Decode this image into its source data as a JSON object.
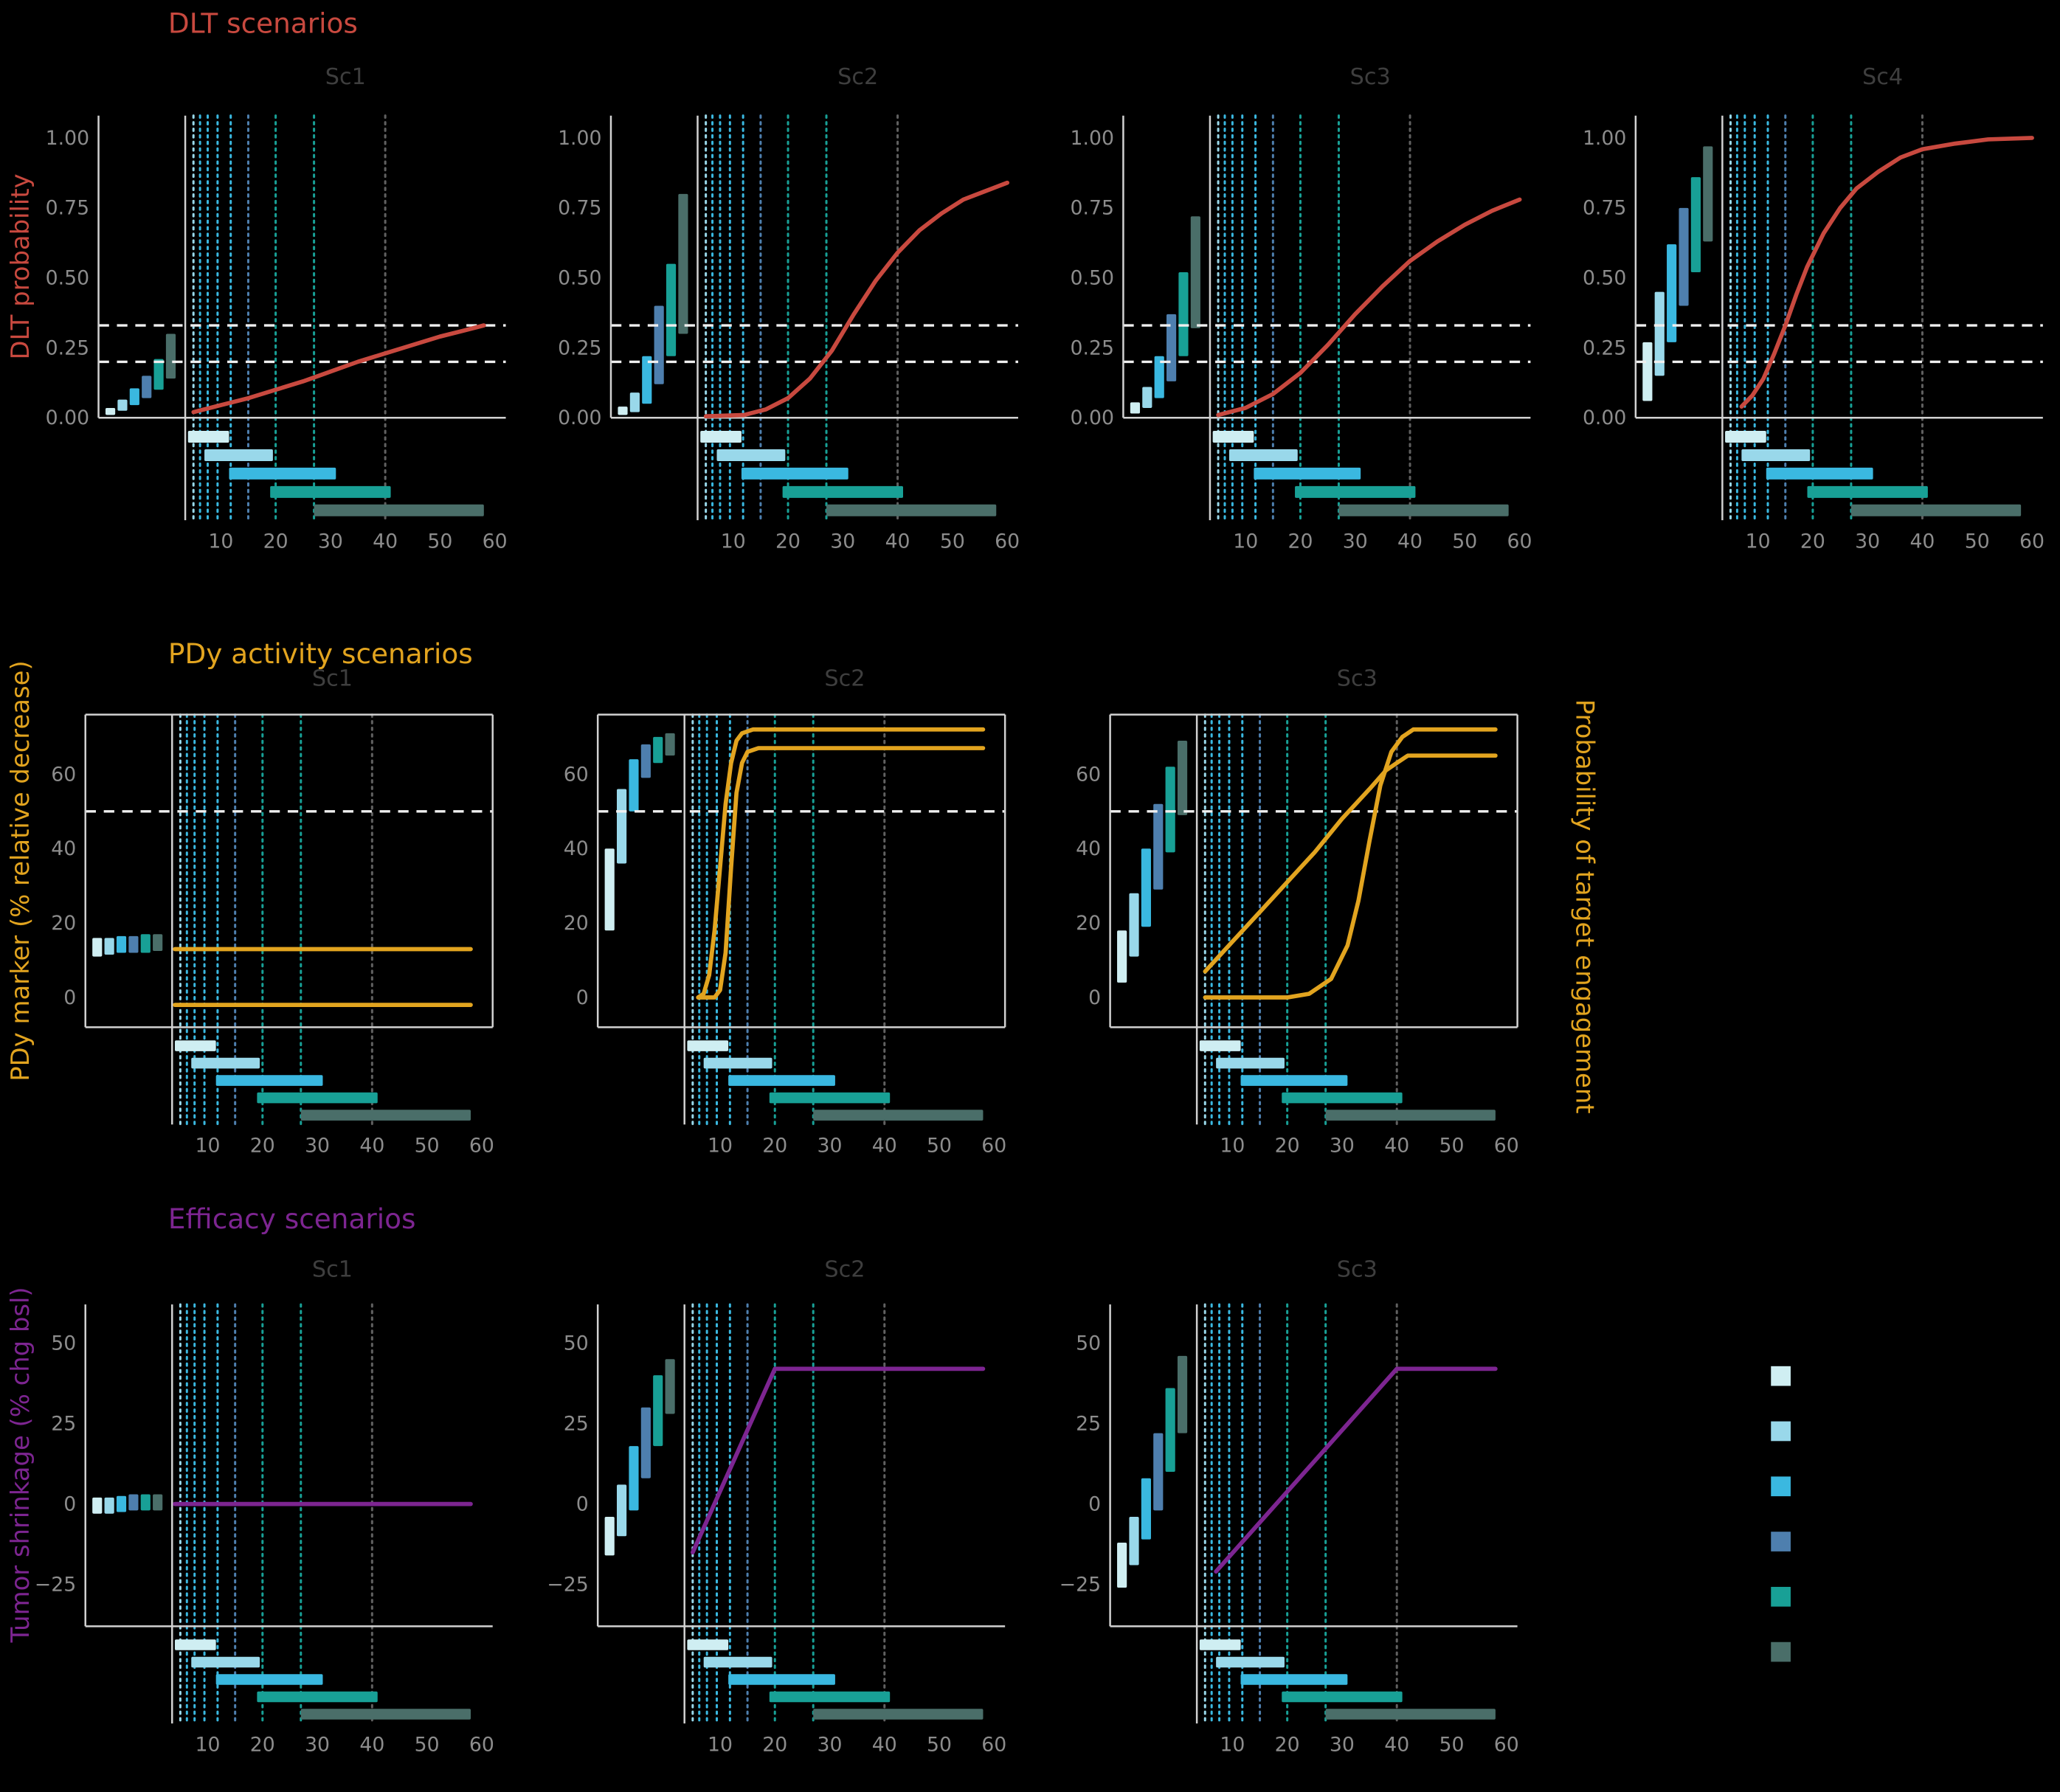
{
  "chart_data": {
    "type": "line",
    "description": "Dose-escalation simulation scenarios: DLT probability, PDy activity and efficacy versus dose, with per-dose interval bars, dotted dose-level lines and dose-range bars.",
    "x_ticks": [
      10,
      20,
      30,
      40,
      50,
      60
    ],
    "x_domain": [
      3.5,
      62
    ],
    "dose_colors": [
      "#cfeef2",
      "#99d8ea",
      "#3ab8e0",
      "#4e7fae",
      "#18a096",
      "#4a6e69"
    ],
    "axis_style": {
      "line": "#d2d2d2",
      "tick_text": "#8c8c8c",
      "panel_title": "#3e3e3e",
      "dashed": "#efefef"
    },
    "dose_lines": [
      {
        "x": 5,
        "color": "#99d8ea"
      },
      {
        "x": 6.2,
        "color": "#3ab8e0"
      },
      {
        "x": 7.6,
        "color": "#3ab8e0"
      },
      {
        "x": 9.4,
        "color": "#3ab8e0"
      },
      {
        "x": 11.8,
        "color": "#3ab8e0"
      },
      {
        "x": 15,
        "color": "#4e7fae"
      },
      {
        "x": 20,
        "color": "#18a096"
      },
      {
        "x": 27,
        "color": "#18a096"
      },
      {
        "x": 40,
        "color": "#606060"
      }
    ],
    "dose_bars": [
      {
        "start": 4,
        "end": 11.5,
        "color_index": 0
      },
      {
        "start": 7,
        "end": 19.5,
        "color_index": 1
      },
      {
        "start": 11.5,
        "end": 31,
        "color_index": 2
      },
      {
        "start": 19,
        "end": 41,
        "color_index": 4
      },
      {
        "start": 27,
        "end": 58,
        "color_index": 5
      }
    ],
    "legend_colors": [
      "#cfeef2",
      "#99d8ea",
      "#3ab8e0",
      "#4e7fae",
      "#18a096",
      "#4a6e69"
    ],
    "rows": [
      {
        "title": "DLT scenarios",
        "color": "#c8493f",
        "ylabel": "DLT probability",
        "yticks": [
          {
            "v": 0,
            "label": "0.00"
          },
          {
            "v": 0.25,
            "label": "0.25"
          },
          {
            "v": 0.5,
            "label": "0.50"
          },
          {
            "v": 0.75,
            "label": "0.75"
          },
          {
            "v": 1,
            "label": "1.00"
          }
        ],
        "hlines": [
          0.2,
          0.33
        ],
        "panels": [
          {
            "name": "Sc1",
            "bars": [
              [
                0.01,
                0.035
              ],
              [
                0.025,
                0.065
              ],
              [
                0.045,
                0.105
              ],
              [
                0.07,
                0.15
              ],
              [
                0.1,
                0.21
              ],
              [
                0.14,
                0.3
              ]
            ],
            "curves": [
              {
                "points": [
                  [
                    5,
                    0.02
                  ],
                  [
                    10,
                    0.045
                  ],
                  [
                    15,
                    0.07
                  ],
                  [
                    20,
                    0.1
                  ],
                  [
                    25,
                    0.13
                  ],
                  [
                    30,
                    0.165
                  ],
                  [
                    35,
                    0.2
                  ],
                  [
                    40,
                    0.23
                  ],
                  [
                    45,
                    0.26
                  ],
                  [
                    50,
                    0.29
                  ],
                  [
                    54,
                    0.31
                  ],
                  [
                    58,
                    0.33
                  ]
                ]
              }
            ]
          },
          {
            "name": "Sc2",
            "bars": [
              [
                0.01,
                0.04
              ],
              [
                0.02,
                0.09
              ],
              [
                0.05,
                0.22
              ],
              [
                0.12,
                0.4
              ],
              [
                0.22,
                0.55
              ],
              [
                0.3,
                0.8
              ]
            ],
            "curves": [
              {
                "points": [
                  [
                    5,
                    0.005
                  ],
                  [
                    12,
                    0.01
                  ],
                  [
                    16,
                    0.03
                  ],
                  [
                    20,
                    0.07
                  ],
                  [
                    24,
                    0.14
                  ],
                  [
                    28,
                    0.24
                  ],
                  [
                    32,
                    0.37
                  ],
                  [
                    36,
                    0.49
                  ],
                  [
                    40,
                    0.59
                  ],
                  [
                    44,
                    0.67
                  ],
                  [
                    48,
                    0.73
                  ],
                  [
                    52,
                    0.78
                  ],
                  [
                    56,
                    0.81
                  ],
                  [
                    60,
                    0.84
                  ]
                ]
              }
            ]
          },
          {
            "name": "Sc3",
            "bars": [
              [
                0.015,
                0.055
              ],
              [
                0.035,
                0.11
              ],
              [
                0.07,
                0.22
              ],
              [
                0.13,
                0.37
              ],
              [
                0.22,
                0.52
              ],
              [
                0.32,
                0.72
              ]
            ],
            "curves": [
              {
                "points": [
                  [
                    5,
                    0.01
                  ],
                  [
                    10,
                    0.035
                  ],
                  [
                    15,
                    0.085
                  ],
                  [
                    20,
                    0.16
                  ],
                  [
                    25,
                    0.26
                  ],
                  [
                    30,
                    0.37
                  ],
                  [
                    35,
                    0.47
                  ],
                  [
                    40,
                    0.56
                  ],
                  [
                    45,
                    0.63
                  ],
                  [
                    50,
                    0.69
                  ],
                  [
                    55,
                    0.74
                  ],
                  [
                    60,
                    0.78
                  ]
                ]
              }
            ]
          },
          {
            "name": "Sc4",
            "bars": [
              [
                0.06,
                0.27
              ],
              [
                0.15,
                0.45
              ],
              [
                0.27,
                0.62
              ],
              [
                0.4,
                0.75
              ],
              [
                0.52,
                0.86
              ],
              [
                0.63,
                0.97
              ]
            ],
            "curves": [
              {
                "points": [
                  [
                    7,
                    0.04
                  ],
                  [
                    9,
                    0.08
                  ],
                  [
                    11,
                    0.14
                  ],
                  [
                    13,
                    0.23
                  ],
                  [
                    15,
                    0.33
                  ],
                  [
                    17,
                    0.44
                  ],
                  [
                    19,
                    0.54
                  ],
                  [
                    22,
                    0.66
                  ],
                  [
                    25,
                    0.75
                  ],
                  [
                    28,
                    0.82
                  ],
                  [
                    32,
                    0.88
                  ],
                  [
                    36,
                    0.93
                  ],
                  [
                    40,
                    0.96
                  ],
                  [
                    46,
                    0.98
                  ],
                  [
                    52,
                    0.995
                  ],
                  [
                    60,
                    1.0
                  ]
                ]
              }
            ]
          }
        ]
      },
      {
        "title": "PDy activity scenarios",
        "color": "#e2a41f",
        "ylabel": "PDy marker (% relative decrease)",
        "ylabel_right": "Probability of target engagement",
        "yticks": [
          {
            "v": 0,
            "label": "0"
          },
          {
            "v": 20,
            "label": "20"
          },
          {
            "v": 40,
            "label": "40"
          },
          {
            "v": 60,
            "label": "60"
          }
        ],
        "hlines": [
          50
        ],
        "panels": [
          {
            "name": "Sc1",
            "bars": [
              [
                11,
                16
              ],
              [
                11.5,
                16
              ],
              [
                12,
                16.5
              ],
              [
                12,
                16.5
              ],
              [
                12,
                17
              ],
              [
                12.5,
                17
              ]
            ],
            "curves": [
              {
                "points": [
                  [
                    4,
                    13
                  ],
                  [
                    58,
                    13
                  ]
                ]
              },
              {
                "points": [
                  [
                    4,
                    -2
                  ],
                  [
                    58,
                    -2
                  ]
                ]
              }
            ]
          },
          {
            "name": "Sc2",
            "bars": [
              [
                18,
                40
              ],
              [
                36,
                56
              ],
              [
                50,
                64
              ],
              [
                59,
                68
              ],
              [
                63,
                70
              ],
              [
                65,
                71
              ]
            ],
            "curves": [
              {
                "points": [
                  [
                    6,
                    0
                  ],
                  [
                    7,
                    1
                  ],
                  [
                    8,
                    6
                  ],
                  [
                    9,
                    18
                  ],
                  [
                    10,
                    35
                  ],
                  [
                    11,
                    52
                  ],
                  [
                    12,
                    63
                  ],
                  [
                    13,
                    69
                  ],
                  [
                    14,
                    71
                  ],
                  [
                    16,
                    72
                  ],
                  [
                    58,
                    72
                  ]
                ]
              },
              {
                "points": [
                  [
                    6,
                    0
                  ],
                  [
                    9,
                    0
                  ],
                  [
                    10,
                    2
                  ],
                  [
                    11,
                    12
                  ],
                  [
                    12,
                    35
                  ],
                  [
                    13,
                    55
                  ],
                  [
                    14,
                    63
                  ],
                  [
                    15,
                    66
                  ],
                  [
                    17,
                    67
                  ],
                  [
                    58,
                    67
                  ]
                ]
              }
            ]
          },
          {
            "name": "Sc3",
            "bars": [
              [
                4,
                18
              ],
              [
                11,
                28
              ],
              [
                19,
                40
              ],
              [
                29,
                52
              ],
              [
                39,
                62
              ],
              [
                49,
                69
              ]
            ],
            "curves": [
              {
                "points": [
                  [
                    5,
                    7
                  ],
                  [
                    10,
                    15
                  ],
                  [
                    15,
                    23
                  ],
                  [
                    20,
                    31
                  ],
                  [
                    25,
                    39
                  ],
                  [
                    30,
                    48
                  ],
                  [
                    35,
                    56
                  ],
                  [
                    38,
                    61
                  ],
                  [
                    40,
                    63
                  ],
                  [
                    42,
                    65
                  ],
                  [
                    58,
                    65
                  ]
                ]
              },
              {
                "points": [
                  [
                    5,
                    0
                  ],
                  [
                    20,
                    0
                  ],
                  [
                    24,
                    1
                  ],
                  [
                    28,
                    5
                  ],
                  [
                    31,
                    14
                  ],
                  [
                    33,
                    26
                  ],
                  [
                    35,
                    42
                  ],
                  [
                    37,
                    57
                  ],
                  [
                    39,
                    66
                  ],
                  [
                    41,
                    70
                  ],
                  [
                    43,
                    72
                  ],
                  [
                    58,
                    72
                  ]
                ]
              }
            ]
          }
        ]
      },
      {
        "title": "Efficacy scenarios",
        "color": "#7d2591",
        "ylabel": "Tumor shrinkage (% chg bsl)",
        "yticks": [
          {
            "v": -25,
            "label": "−25"
          },
          {
            "v": 0,
            "label": "0"
          },
          {
            "v": 25,
            "label": "25"
          },
          {
            "v": 50,
            "label": "50"
          }
        ],
        "hlines": [],
        "panels": [
          {
            "name": "Sc1",
            "bars": [
              [
                -3,
                2
              ],
              [
                -3,
                2
              ],
              [
                -2.5,
                2.5
              ],
              [
                -2,
                3
              ],
              [
                -2,
                3
              ],
              [
                -2,
                3
              ]
            ],
            "curves": [
              {
                "points": [
                  [
                    4,
                    0
                  ],
                  [
                    58,
                    0
                  ]
                ]
              }
            ]
          },
          {
            "name": "Sc2",
            "bars": [
              [
                -16,
                -4
              ],
              [
                -10,
                6
              ],
              [
                -2,
                18
              ],
              [
                8,
                30
              ],
              [
                18,
                40
              ],
              [
                28,
                45
              ]
            ],
            "curves": [
              {
                "points": [
                  [
                    5,
                    -15
                  ],
                  [
                    20,
                    42
                  ],
                  [
                    58,
                    42
                  ]
                ]
              }
            ]
          },
          {
            "name": "Sc3",
            "bars": [
              [
                -26,
                -12
              ],
              [
                -19,
                -4
              ],
              [
                -11,
                8
              ],
              [
                -2,
                22
              ],
              [
                10,
                36
              ],
              [
                22,
                46
              ]
            ],
            "curves": [
              {
                "points": [
                  [
                    7,
                    -21
                  ],
                  [
                    40,
                    42
                  ],
                  [
                    58,
                    42
                  ]
                ]
              }
            ]
          }
        ]
      }
    ]
  }
}
